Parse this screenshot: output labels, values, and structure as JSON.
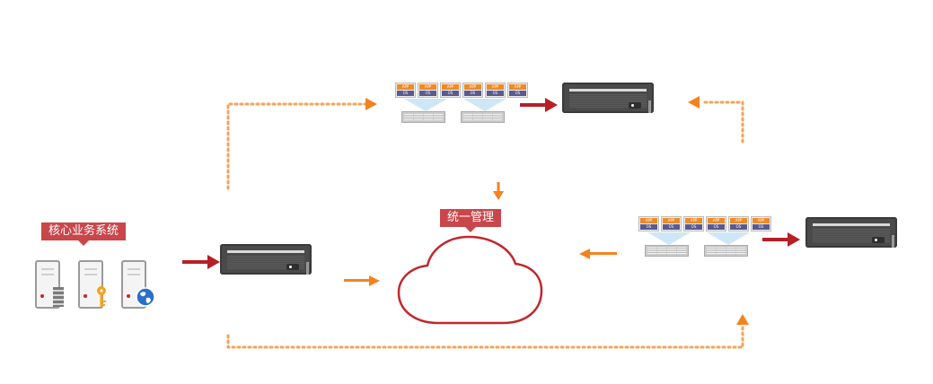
{
  "labels": {
    "core_system": "核心业务系统",
    "unified_management": "统一管理"
  },
  "vm_badges": {
    "app": "APP",
    "os": "OS"
  },
  "icons": {
    "host_1": "database-icon",
    "host_2": "key-icon",
    "host_3": "globe-icon"
  },
  "colors": {
    "label_bg": "#c9464b",
    "red_arrow": "#b52026",
    "orange": "#f5821f",
    "orange_dotted": "#f7a259",
    "cloud_stroke": "#c0282d",
    "server": "#4a4a4a"
  }
}
